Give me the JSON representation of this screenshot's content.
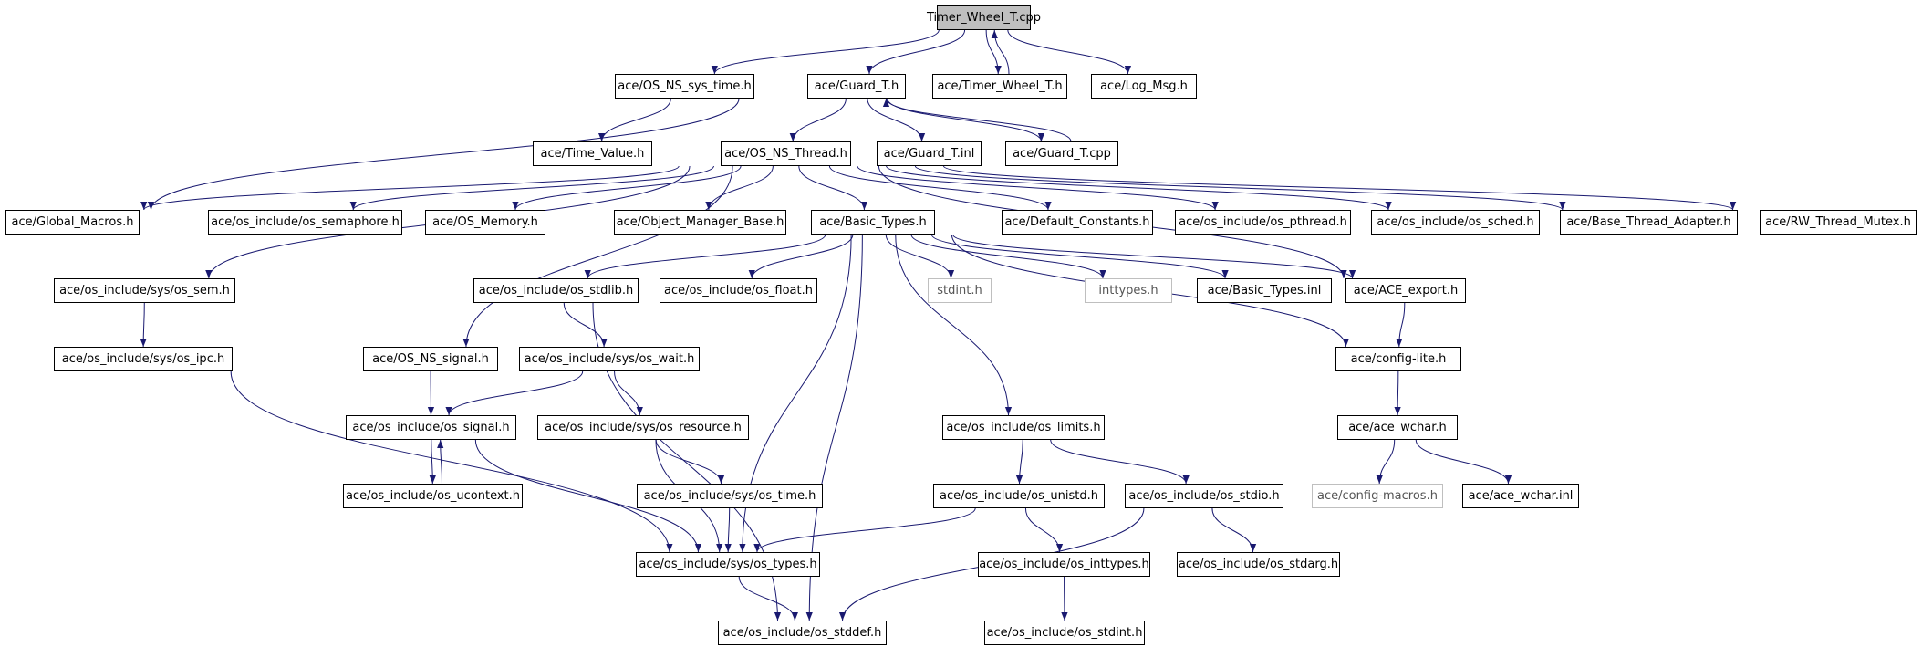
{
  "colors": {
    "edge": "#191970",
    "root_fill": "#bfbfbf",
    "external_border": "#bfbfbf"
  },
  "nodes": {
    "timer_wheel_cpp": "Timer_Wheel_T.cpp",
    "os_ns_sys_time": "ace/OS_NS_sys_time.h",
    "guard_t_h": "ace/Guard_T.h",
    "timer_wheel_h": "ace/Timer_Wheel_T.h",
    "log_msg": "ace/Log_Msg.h",
    "time_value": "ace/Time_Value.h",
    "os_ns_thread": "ace/OS_NS_Thread.h",
    "guard_inl": "ace/Guard_T.inl",
    "guard_cpp": "ace/Guard_T.cpp",
    "global_macros": "ace/Global_Macros.h",
    "os_semaphore": "ace/os_include/os_semaphore.h",
    "os_memory": "ace/OS_Memory.h",
    "object_manager_base": "ace/Object_Manager_Base.h",
    "basic_types": "ace/Basic_Types.h",
    "default_constants": "ace/Default_Constants.h",
    "os_pthread": "ace/os_include/os_pthread.h",
    "os_sched": "ace/os_include/os_sched.h",
    "base_thread_adapter": "ace/Base_Thread_Adapter.h",
    "rw_thread_mutex": "ace/RW_Thread_Mutex.h",
    "os_sem": "ace/os_include/sys/os_sem.h",
    "os_stdlib": "ace/os_include/os_stdlib.h",
    "os_float": "ace/os_include/os_float.h",
    "stdint": "stdint.h",
    "inttypes": "inttypes.h",
    "basic_types_inl": "ace/Basic_Types.inl",
    "ace_export": "ace/ACE_export.h",
    "os_ipc": "ace/os_include/sys/os_ipc.h",
    "os_ns_signal": "ace/OS_NS_signal.h",
    "os_wait": "ace/os_include/sys/os_wait.h",
    "config_lite": "ace/config-lite.h",
    "os_signal": "ace/os_include/os_signal.h",
    "os_resource": "ace/os_include/sys/os_resource.h",
    "os_limits": "ace/os_include/os_limits.h",
    "ace_wchar_h": "ace/ace_wchar.h",
    "os_ucontext": "ace/os_include/os_ucontext.h",
    "os_sys_time": "ace/os_include/sys/os_time.h",
    "os_unistd": "ace/os_include/os_unistd.h",
    "os_stdio": "ace/os_include/os_stdio.h",
    "config_macros": "ace/config-macros.h",
    "ace_wchar_inl": "ace/ace_wchar.inl",
    "os_types": "ace/os_include/sys/os_types.h",
    "os_inttypes": "ace/os_include/os_inttypes.h",
    "os_stdarg": "ace/os_include/os_stdarg.h",
    "os_stddef": "ace/os_include/os_stddef.h",
    "os_stdint": "ace/os_include/os_stdint.h"
  },
  "edges": [
    [
      "timer_wheel_cpp",
      "os_ns_sys_time"
    ],
    [
      "timer_wheel_cpp",
      "guard_t_h"
    ],
    [
      "timer_wheel_cpp",
      "timer_wheel_h"
    ],
    [
      "timer_wheel_h",
      "timer_wheel_cpp"
    ],
    [
      "timer_wheel_cpp",
      "log_msg"
    ],
    [
      "os_ns_sys_time",
      "time_value"
    ],
    [
      "guard_t_h",
      "os_ns_thread"
    ],
    [
      "guard_t_h",
      "guard_inl"
    ],
    [
      "guard_t_h",
      "guard_cpp"
    ],
    [
      "guard_cpp",
      "guard_t_h"
    ],
    [
      "guard_t_h",
      "global_macros"
    ],
    [
      "os_ns_thread",
      "global_macros"
    ],
    [
      "os_ns_thread",
      "os_semaphore"
    ],
    [
      "os_ns_thread",
      "os_memory"
    ],
    [
      "os_ns_thread",
      "object_manager_base"
    ],
    [
      "os_ns_thread",
      "basic_types"
    ],
    [
      "os_ns_thread",
      "default_constants"
    ],
    [
      "os_ns_thread",
      "os_pthread"
    ],
    [
      "os_ns_thread",
      "os_sched"
    ],
    [
      "os_ns_thread",
      "base_thread_adapter"
    ],
    [
      "os_ns_thread",
      "rw_thread_mutex"
    ],
    [
      "os_ns_thread",
      "os_sem"
    ],
    [
      "os_ns_thread",
      "os_ns_signal"
    ],
    [
      "os_ns_thread",
      "ace_export"
    ],
    [
      "basic_types",
      "os_stdlib"
    ],
    [
      "basic_types",
      "os_float"
    ],
    [
      "basic_types",
      "stdint"
    ],
    [
      "basic_types",
      "inttypes"
    ],
    [
      "basic_types",
      "basic_types_inl"
    ],
    [
      "basic_types",
      "ace_export"
    ],
    [
      "basic_types",
      "config_lite"
    ],
    [
      "basic_types",
      "os_limits"
    ],
    [
      "basic_types",
      "os_types"
    ],
    [
      "basic_types",
      "os_stddef"
    ],
    [
      "os_sem",
      "os_ipc"
    ],
    [
      "os_ipc",
      "os_types"
    ],
    [
      "os_stdlib",
      "os_wait"
    ],
    [
      "os_stdlib",
      "os_stddef"
    ],
    [
      "os_ns_signal",
      "os_signal"
    ],
    [
      "os_wait",
      "os_signal"
    ],
    [
      "os_wait",
      "os_resource"
    ],
    [
      "ace_export",
      "config_lite"
    ],
    [
      "config_lite",
      "ace_wchar_h"
    ],
    [
      "os_signal",
      "os_ucontext"
    ],
    [
      "os_ucontext",
      "os_signal"
    ],
    [
      "os_signal",
      "os_types"
    ],
    [
      "os_resource",
      "os_sys_time"
    ],
    [
      "os_resource",
      "os_types"
    ],
    [
      "os_sys_time",
      "os_types"
    ],
    [
      "os_limits",
      "os_unistd"
    ],
    [
      "os_limits",
      "os_stdio"
    ],
    [
      "ace_wchar_h",
      "config_macros"
    ],
    [
      "ace_wchar_h",
      "ace_wchar_inl"
    ],
    [
      "os_unistd",
      "os_types"
    ],
    [
      "os_unistd",
      "os_inttypes"
    ],
    [
      "os_stdio",
      "os_stdarg"
    ],
    [
      "os_stdio",
      "os_stddef"
    ],
    [
      "os_types",
      "os_stddef"
    ],
    [
      "os_inttypes",
      "os_stdint"
    ]
  ]
}
